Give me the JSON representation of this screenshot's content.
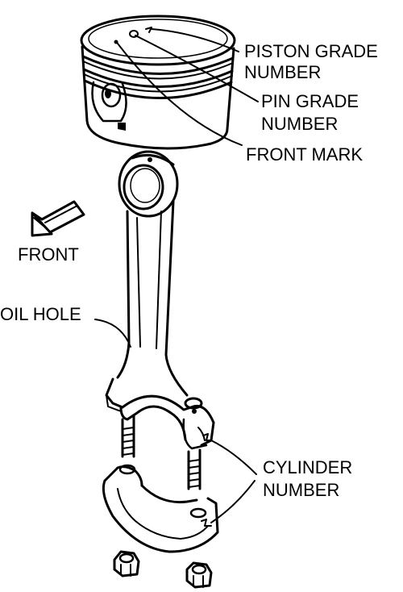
{
  "labels": {
    "piston_grade_line1": "PISTON GRADE",
    "piston_grade_line2": "NUMBER",
    "pin_grade_line1": "PIN GRADE",
    "pin_grade_line2": "NUMBER",
    "front_mark": "FRONT MARK",
    "front": "FRONT",
    "oil_hole": "OIL HOLE",
    "cylinder_line1": "CYLINDER",
    "cylinder_line2": "NUMBER"
  },
  "colors": {
    "ink": "#000000",
    "paper": "#ffffff"
  }
}
